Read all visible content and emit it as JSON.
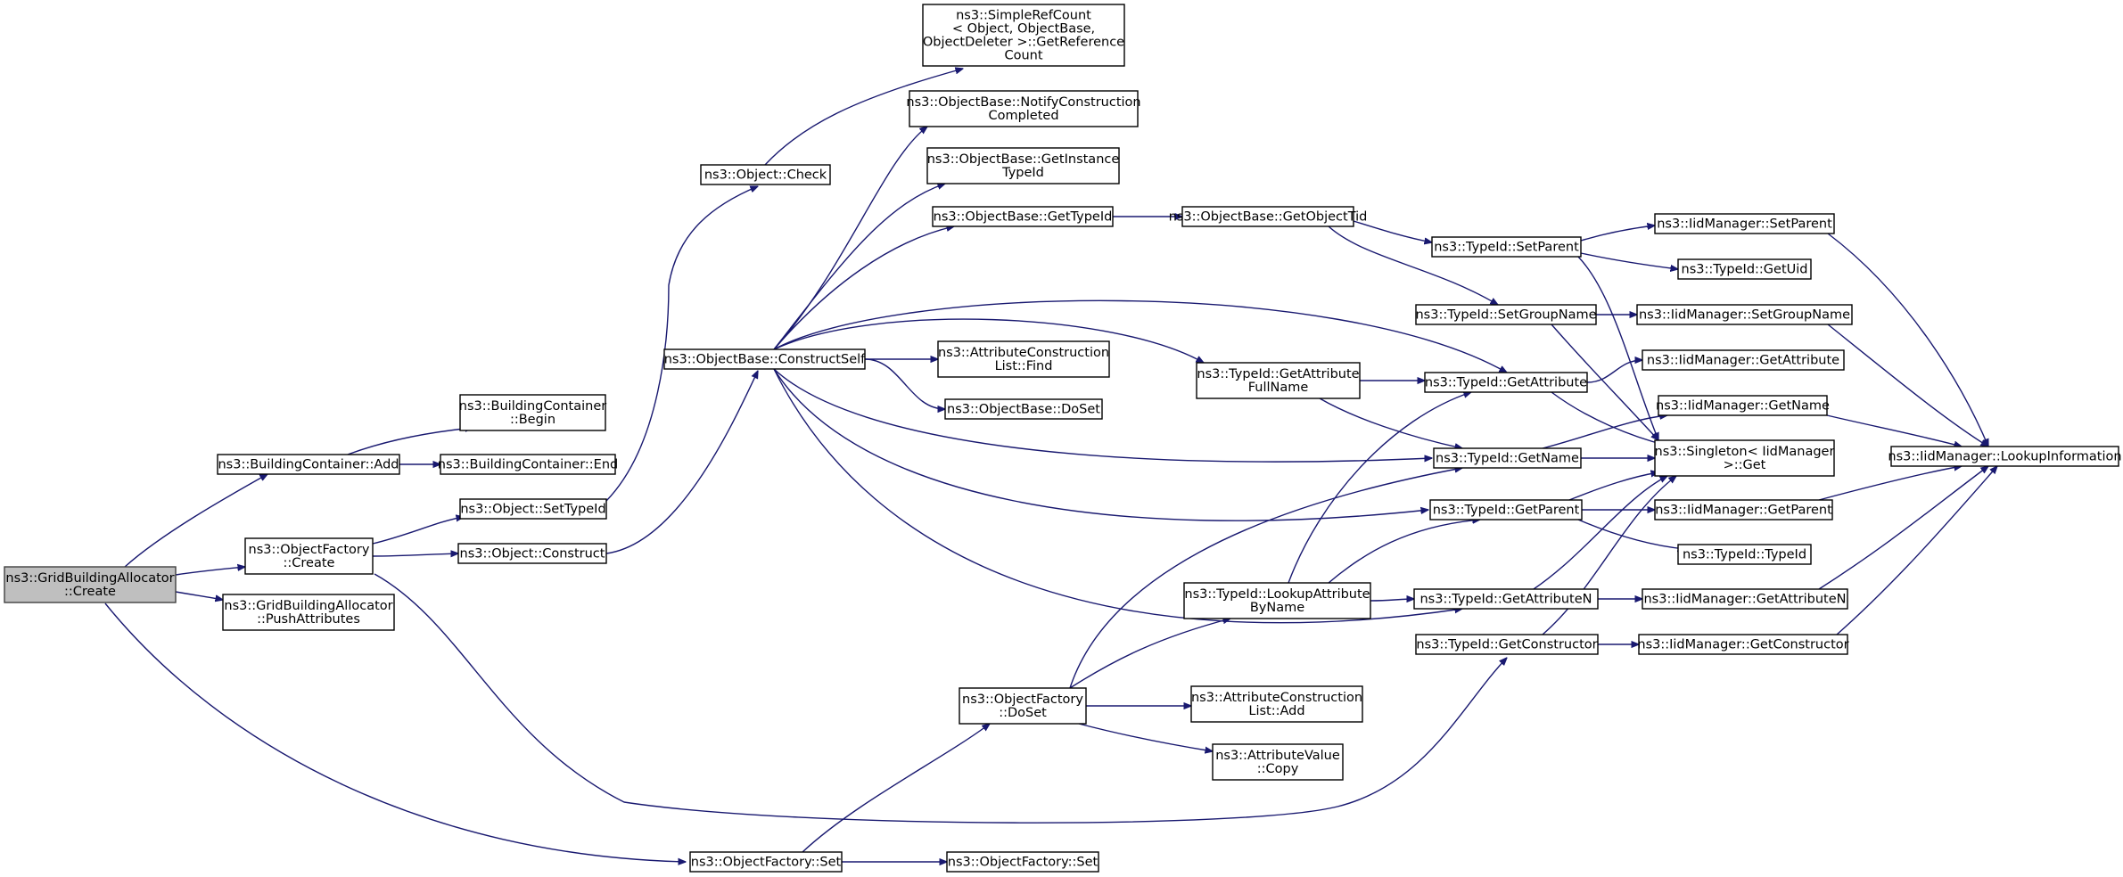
{
  "diagram": {
    "type": "call-graph",
    "colors": {
      "edge": "#191970",
      "node_border": "#000000",
      "root_fill": "#bfbfbf",
      "node_fill": "#ffffff"
    },
    "nodes": [
      {
        "id": "root",
        "lines": [
          "ns3::GridBuildingAllocator",
          "::Create"
        ],
        "root": true
      },
      {
        "id": "bc_add",
        "lines": [
          "ns3::BuildingContainer::Add"
        ]
      },
      {
        "id": "of_create",
        "lines": [
          "ns3::ObjectFactory",
          "::Create"
        ]
      },
      {
        "id": "gba_push",
        "lines": [
          "ns3::GridBuildingAllocator",
          "::PushAttributes"
        ]
      },
      {
        "id": "bc_begin",
        "lines": [
          "ns3::BuildingContainer",
          "::Begin"
        ]
      },
      {
        "id": "bc_end",
        "lines": [
          "ns3::BuildingContainer::End"
        ]
      },
      {
        "id": "obj_settypeid",
        "lines": [
          "ns3::Object::SetTypeId"
        ]
      },
      {
        "id": "obj_construct",
        "lines": [
          "ns3::Object::Construct"
        ]
      },
      {
        "id": "obj_check",
        "lines": [
          "ns3::Object::Check"
        ]
      },
      {
        "id": "ob_constructself",
        "lines": [
          "ns3::ObjectBase::ConstructSelf"
        ]
      },
      {
        "id": "of_set",
        "lines": [
          "ns3::ObjectFactory::Set"
        ]
      },
      {
        "id": "of_set2",
        "lines": [
          "ns3::ObjectFactory::Set"
        ]
      },
      {
        "id": "of_doset",
        "lines": [
          "ns3::ObjectFactory",
          "::DoSet"
        ]
      },
      {
        "id": "src_getref",
        "lines": [
          "ns3::SimpleRefCount",
          "< Object, ObjectBase,",
          " ObjectDeleter >::GetReference",
          "Count"
        ]
      },
      {
        "id": "ob_notify",
        "lines": [
          "ns3::ObjectBase::NotifyConstruction",
          "Completed"
        ]
      },
      {
        "id": "ob_getinst",
        "lines": [
          "ns3::ObjectBase::GetInstance",
          "TypeId"
        ]
      },
      {
        "id": "ob_gettypeid",
        "lines": [
          "ns3::ObjectBase::GetTypeId"
        ]
      },
      {
        "id": "acl_find",
        "lines": [
          "ns3::AttributeConstruction",
          "List::Find"
        ]
      },
      {
        "id": "ob_doset",
        "lines": [
          "ns3::ObjectBase::DoSet"
        ]
      },
      {
        "id": "ob_getobjtid",
        "lines": [
          "ns3::ObjectBase::GetObjectTid"
        ]
      },
      {
        "id": "tid_getattrfull",
        "lines": [
          "ns3::TypeId::GetAttribute",
          "FullName"
        ]
      },
      {
        "id": "tid_lookupattr",
        "lines": [
          "ns3::TypeId::LookupAttribute",
          "ByName"
        ]
      },
      {
        "id": "acl_add",
        "lines": [
          "ns3::AttributeConstruction",
          "List::Add"
        ]
      },
      {
        "id": "av_copy",
        "lines": [
          "ns3::AttributeValue",
          "::Copy"
        ]
      },
      {
        "id": "tid_setparent",
        "lines": [
          "ns3::TypeId::SetParent"
        ]
      },
      {
        "id": "tid_setgroup",
        "lines": [
          "ns3::TypeId::SetGroupName"
        ]
      },
      {
        "id": "tid_getattr",
        "lines": [
          "ns3::TypeId::GetAttribute"
        ]
      },
      {
        "id": "tid_getname",
        "lines": [
          "ns3::TypeId::GetName"
        ]
      },
      {
        "id": "tid_getparent",
        "lines": [
          "ns3::TypeId::GetParent"
        ]
      },
      {
        "id": "tid_getattrn",
        "lines": [
          "ns3::TypeId::GetAttributeN"
        ]
      },
      {
        "id": "tid_getctor",
        "lines": [
          "ns3::TypeId::GetConstructor"
        ]
      },
      {
        "id": "iid_setparent",
        "lines": [
          "ns3::IidManager::SetParent"
        ]
      },
      {
        "id": "tid_getuid",
        "lines": [
          "ns3::TypeId::GetUid"
        ]
      },
      {
        "id": "iid_setgroup",
        "lines": [
          "ns3::IidManager::SetGroupName"
        ]
      },
      {
        "id": "iid_getattr",
        "lines": [
          "ns3::IidManager::GetAttribute"
        ]
      },
      {
        "id": "iid_getname",
        "lines": [
          "ns3::IidManager::GetName"
        ]
      },
      {
        "id": "singleton_get",
        "lines": [
          "ns3::Singleton< IidManager",
          " >::Get"
        ]
      },
      {
        "id": "iid_getparent",
        "lines": [
          "ns3::IidManager::GetParent"
        ]
      },
      {
        "id": "tid_typeid",
        "lines": [
          "ns3::TypeId::TypeId"
        ]
      },
      {
        "id": "iid_getattrn",
        "lines": [
          "ns3::IidManager::GetAttributeN"
        ]
      },
      {
        "id": "iid_getctor",
        "lines": [
          "ns3::IidManager::GetConstructor"
        ]
      },
      {
        "id": "iid_lookupinfo",
        "lines": [
          "ns3::IidManager::LookupInformation"
        ]
      }
    ],
    "edges": [
      [
        "root",
        "bc_add"
      ],
      [
        "root",
        "of_create"
      ],
      [
        "root",
        "gba_push"
      ],
      [
        "root",
        "of_set"
      ],
      [
        "bc_add",
        "bc_begin"
      ],
      [
        "bc_add",
        "bc_end"
      ],
      [
        "of_create",
        "obj_settypeid"
      ],
      [
        "of_create",
        "obj_construct"
      ],
      [
        "of_create",
        "tid_getctor"
      ],
      [
        "obj_settypeid",
        "obj_check"
      ],
      [
        "obj_check",
        "src_getref"
      ],
      [
        "obj_construct",
        "ob_constructself"
      ],
      [
        "ob_constructself",
        "ob_notify"
      ],
      [
        "ob_constructself",
        "ob_getinst"
      ],
      [
        "ob_constructself",
        "ob_gettypeid"
      ],
      [
        "ob_constructself",
        "acl_find"
      ],
      [
        "ob_constructself",
        "ob_doset"
      ],
      [
        "ob_constructself",
        "tid_getattrfull"
      ],
      [
        "ob_constructself",
        "tid_getattr"
      ],
      [
        "ob_constructself",
        "tid_getname"
      ],
      [
        "ob_constructself",
        "tid_getparent"
      ],
      [
        "ob_constructself",
        "tid_getattrn"
      ],
      [
        "ob_gettypeid",
        "ob_getobjtid"
      ],
      [
        "ob_getobjtid",
        "tid_setparent"
      ],
      [
        "ob_getobjtid",
        "tid_setgroup"
      ],
      [
        "tid_setparent",
        "iid_setparent"
      ],
      [
        "tid_setparent",
        "tid_getuid"
      ],
      [
        "tid_setparent",
        "singleton_get"
      ],
      [
        "tid_setgroup",
        "iid_setgroup"
      ],
      [
        "tid_setgroup",
        "singleton_get"
      ],
      [
        "tid_getattrfull",
        "tid_getattr"
      ],
      [
        "tid_getattrfull",
        "tid_getname"
      ],
      [
        "tid_getattr",
        "iid_getattr"
      ],
      [
        "tid_getattr",
        "singleton_get"
      ],
      [
        "tid_getname",
        "iid_getname"
      ],
      [
        "tid_getname",
        "singleton_get"
      ],
      [
        "tid_getparent",
        "iid_getparent"
      ],
      [
        "tid_getparent",
        "singleton_get"
      ],
      [
        "tid_getparent",
        "tid_typeid"
      ],
      [
        "tid_getattrn",
        "iid_getattrn"
      ],
      [
        "tid_getattrn",
        "singleton_get"
      ],
      [
        "tid_getctor",
        "iid_getctor"
      ],
      [
        "tid_getctor",
        "singleton_get"
      ],
      [
        "tid_lookupattr",
        "tid_getattr"
      ],
      [
        "tid_lookupattr",
        "tid_getparent"
      ],
      [
        "tid_lookupattr",
        "tid_getattrn"
      ],
      [
        "of_set",
        "of_doset"
      ],
      [
        "of_set",
        "of_set2"
      ],
      [
        "of_doset",
        "tid_lookupattr"
      ],
      [
        "of_doset",
        "acl_add"
      ],
      [
        "of_doset",
        "av_copy"
      ],
      [
        "of_doset",
        "tid_getname"
      ],
      [
        "iid_setparent",
        "iid_lookupinfo"
      ],
      [
        "iid_setgroup",
        "iid_lookupinfo"
      ],
      [
        "iid_getname",
        "iid_lookupinfo"
      ],
      [
        "iid_getparent",
        "iid_lookupinfo"
      ],
      [
        "iid_getattrn",
        "iid_lookupinfo"
      ],
      [
        "iid_getctor",
        "iid_lookupinfo"
      ]
    ]
  }
}
